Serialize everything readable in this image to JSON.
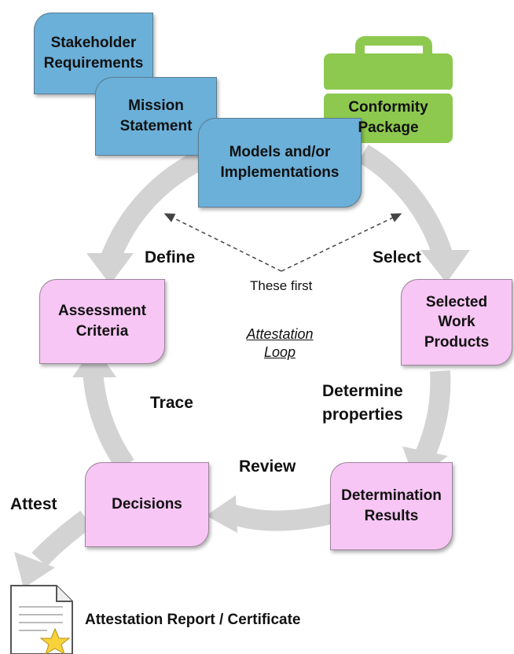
{
  "boxes": {
    "stakeholder": "Stakeholder Requirements",
    "mission": "Mission Statement",
    "models": "Models and/or Implementations",
    "conformity": "Conformity Package",
    "assessment": "Assessment Criteria",
    "selected": "Selected Work Products",
    "determination": "Determination Results",
    "decisions": "Decisions"
  },
  "steps": {
    "define": "Define",
    "select": "Select",
    "determine_line1": "Determine",
    "determine_line2": "properties",
    "review": "Review",
    "trace": "Trace",
    "attest": "Attest"
  },
  "center": {
    "these_first": "These first",
    "loop_line1": "Attestation",
    "loop_line2": "Loop"
  },
  "output": {
    "report": "Attestation Report / Certificate"
  },
  "colors": {
    "blue_box": "#6bb0d9",
    "pink_box": "#f7c6f4",
    "green_case": "#8dc94f",
    "arrow_gray": "#d3d3d3"
  }
}
